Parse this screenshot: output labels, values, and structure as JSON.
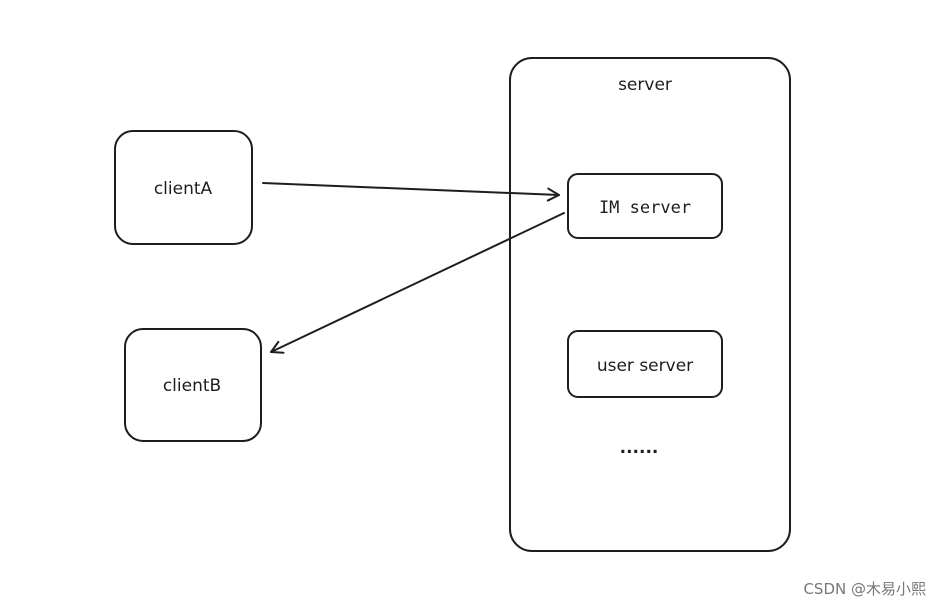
{
  "diagram": {
    "server_container": {
      "label": "server"
    },
    "nodes": {
      "client_a": {
        "label": "clientA"
      },
      "client_b": {
        "label": "clientB"
      },
      "im_server": {
        "label": "IM server"
      },
      "user_server": {
        "label": "user server"
      },
      "more": {
        "label": "......"
      }
    },
    "edges": [
      {
        "from": "clientA",
        "to": "IM server"
      },
      {
        "from": "IM server",
        "to": "clientB"
      }
    ]
  },
  "watermark": {
    "text": "CSDN @木易小熙"
  },
  "colors": {
    "stroke": "#1e1e1e",
    "background": "#ffffff",
    "watermark": "#777777"
  }
}
